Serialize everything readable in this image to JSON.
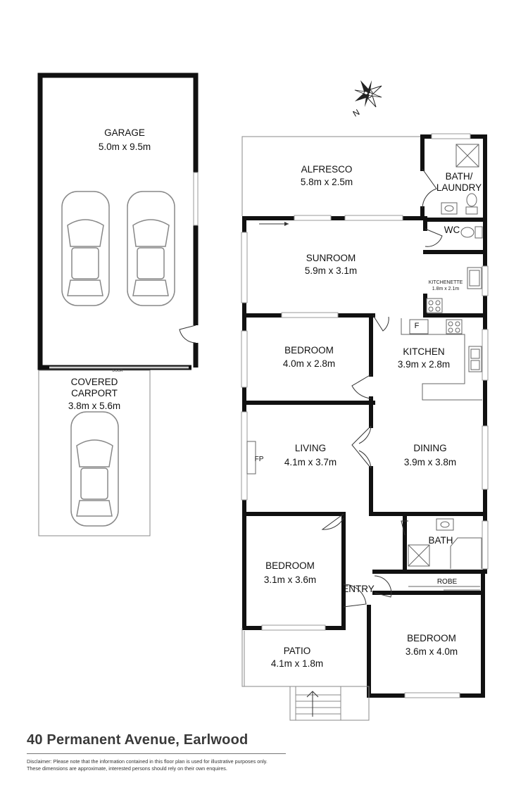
{
  "rooms": {
    "garage": {
      "name": "GARAGE",
      "size": "5.0m x 9.5m"
    },
    "door": "DOOR",
    "carport": {
      "name1": "COVERED",
      "name2": "CARPORT",
      "size": "3.8m x 5.6m"
    },
    "alfresco": {
      "name": "ALFRESCO",
      "size": "5.8m x 2.5m"
    },
    "bath_laundry": {
      "name1": "BATH/",
      "name2": "LAUNDRY"
    },
    "wc": "WC",
    "sunroom": {
      "name": "SUNROOM",
      "size": "5.9m x 3.1m"
    },
    "kitchenette": {
      "name": "KITCHENETTE",
      "size": "1.8m x 2.1m"
    },
    "bedroom_a": {
      "name": "BEDROOM",
      "size": "4.0m x 2.8m"
    },
    "kitchen": {
      "name": "KITCHEN",
      "size": "3.9m x 2.8m"
    },
    "fridge": "F",
    "living": {
      "name": "LIVING",
      "size": "4.1m x 3.7m"
    },
    "fireplace": "FP",
    "dining": {
      "name": "DINING",
      "size": "3.9m x 3.8m"
    },
    "bath": "BATH",
    "bedroom_b": {
      "name": "BEDROOM",
      "size": "3.1m x 3.6m"
    },
    "robe": "ROBE",
    "entry": "ENTRY",
    "bedroom_c": {
      "name": "BEDROOM",
      "size": "3.6m x 4.0m"
    },
    "patio": {
      "name": "PATIO",
      "size": "4.1m x 1.8m"
    }
  },
  "compass": {
    "label": "N",
    "icon": "compass-rose-icon"
  },
  "footer": {
    "address": "40 Permanent Avenue, Earlwood",
    "disclaimer_line1": "Disclaimer: Please note that the information contained in this floor plan is used for illustrative purposes only.",
    "disclaimer_line2": "These dimensions are approximate, interested persons should rely on their own enquires."
  }
}
